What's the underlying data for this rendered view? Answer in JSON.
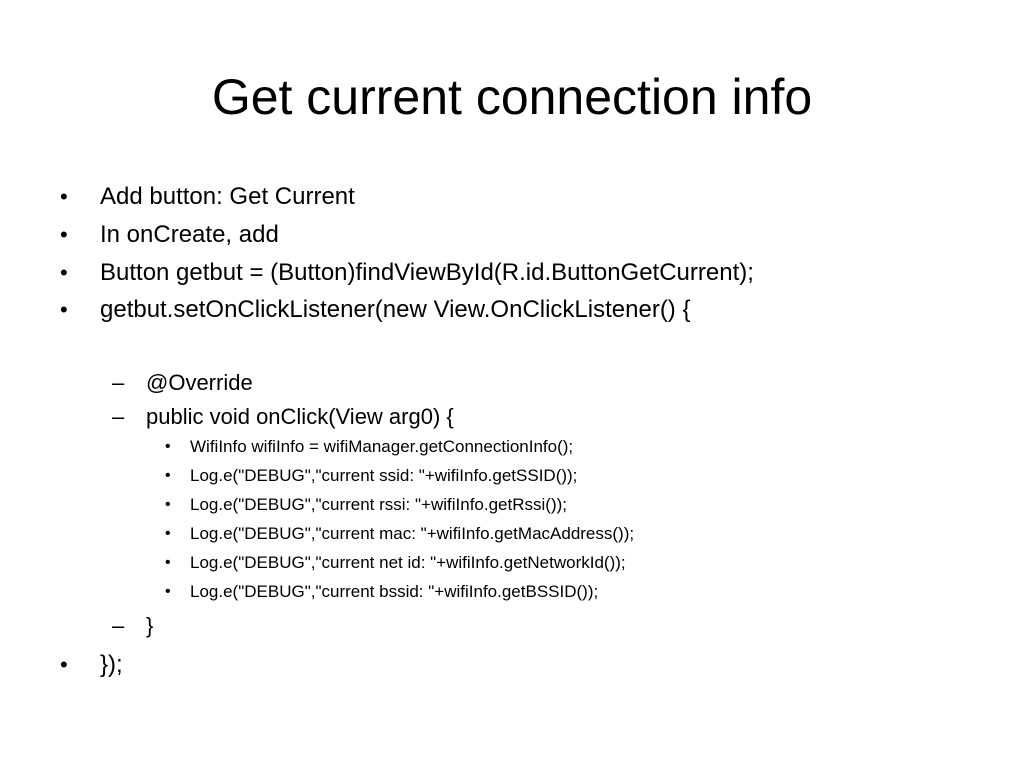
{
  "slide": {
    "title": "Get current connection info",
    "bullets": {
      "b1": "Add button: Get Current",
      "b2": "In onCreate, add",
      "b3": "Button getbut = (Button)findViewById(R.id.ButtonGetCurrent);",
      "b4": "getbut.setOnClickListener(new View.OnClickListener() {",
      "b5": "});"
    },
    "sub": {
      "s1": "@Override",
      "s2": "public void onClick(View arg0) {",
      "s3": "}"
    },
    "code": {
      "c1": "WifiInfo wifiInfo = wifiManager.getConnectionInfo();",
      "c2": "Log.e(\"DEBUG\",\"current ssid: \"+wifiInfo.getSSID());",
      "c3": "Log.e(\"DEBUG\",\"current rssi: \"+wifiInfo.getRssi());",
      "c4": "Log.e(\"DEBUG\",\"current mac: \"+wifiInfo.getMacAddress());",
      "c5": "Log.e(\"DEBUG\",\"current net id: \"+wifiInfo.getNetworkId());",
      "c6": "Log.e(\"DEBUG\",\"current bssid: \"+wifiInfo.getBSSID());"
    },
    "markers": {
      "bullet": "•",
      "dash": "–"
    }
  }
}
